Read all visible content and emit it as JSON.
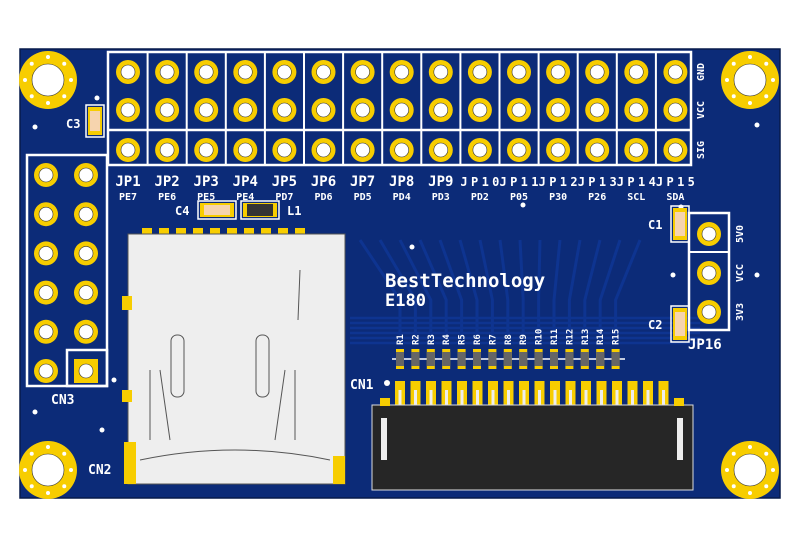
{
  "colors": {
    "board": "#0c2b78",
    "board_dark": "#0a2466",
    "gold": "#f7cd00",
    "silk": "#ffffff",
    "sd": "#eeeeee",
    "connector": "#262626"
  },
  "brand": {
    "name": "BestTechnology",
    "model": "E180"
  },
  "header": {
    "jumpers": [
      {
        "label": "JP1",
        "signal": "PE7"
      },
      {
        "label": "JP2",
        "signal": "PE6"
      },
      {
        "label": "JP3",
        "signal": "PE5"
      },
      {
        "label": "JP4",
        "signal": "PE4"
      },
      {
        "label": "JP5",
        "signal": "PD7"
      },
      {
        "label": "JP6",
        "signal": "PD6"
      },
      {
        "label": "JP7",
        "signal": "PD5"
      },
      {
        "label": "JP8",
        "signal": "PD4"
      },
      {
        "label": "JP9",
        "signal": "PD3"
      },
      {
        "label": "JP10",
        "signal": "PD2"
      },
      {
        "label": "JP11",
        "signal": "P05"
      },
      {
        "label": "JP12",
        "signal": "P30"
      },
      {
        "label": "JP13",
        "signal": "P26"
      },
      {
        "label": "JP14",
        "signal": "SCL"
      },
      {
        "label": "JP15",
        "signal": "SDA"
      }
    ],
    "row_labels": [
      "GND",
      "VCC",
      "SIG"
    ]
  },
  "components": {
    "c1": "C1",
    "c2": "C2",
    "c3": "C3",
    "c4": "C4",
    "l1": "L1",
    "cn1": "CN1",
    "cn2": "CN2",
    "cn3": "CN3"
  },
  "power_jumper": {
    "label": "JP16",
    "pins": [
      "5V0",
      "VCC",
      "3V3"
    ]
  },
  "resistors": [
    "R1",
    "R2",
    "R3",
    "R4",
    "R5",
    "R6",
    "R7",
    "R8",
    "R9",
    "R10",
    "R11",
    "R12",
    "R13",
    "R14",
    "R15"
  ]
}
